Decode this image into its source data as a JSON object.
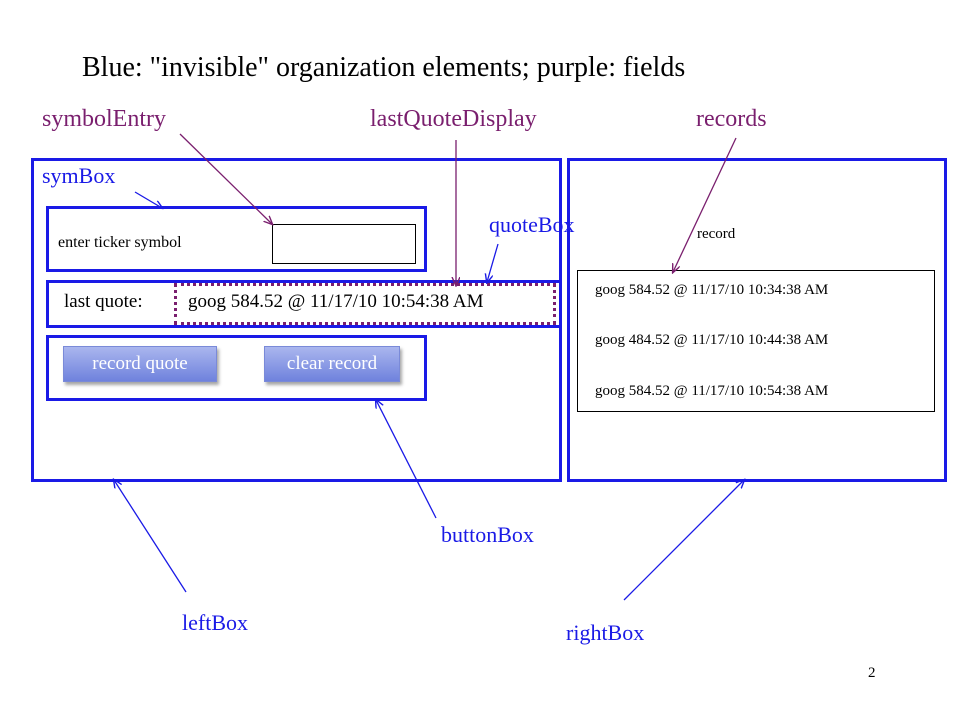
{
  "title": "Blue:  \"invisible\" organization elements; purple: fields",
  "labels": {
    "symbolEntry": "symbolEntry",
    "lastQuoteDisplay": "lastQuoteDisplay",
    "records": "records",
    "symBox": "symBox",
    "quoteBox": "quoteBox",
    "buttonBox": "buttonBox",
    "leftBox": "leftBox",
    "rightBox": "rightBox",
    "record": "record"
  },
  "ui": {
    "enter_symbol_label": "enter ticker symbol",
    "symbol_value": "",
    "last_quote_label": "last quote:",
    "last_quote_value": "goog 584.52 @ 11/17/10 10:54:38 AM",
    "record_button": "record quote",
    "clear_button": "clear record",
    "records": [
      "goog 584.52 @ 11/17/10 10:34:38 AM",
      "goog 484.52 @ 11/17/10 10:44:38 AM",
      "goog 584.52 @ 11/17/10 10:54:38 AM"
    ]
  },
  "page_number": "2",
  "colors": {
    "organization": "#1a1ae6",
    "field": "#7a1f6e"
  }
}
